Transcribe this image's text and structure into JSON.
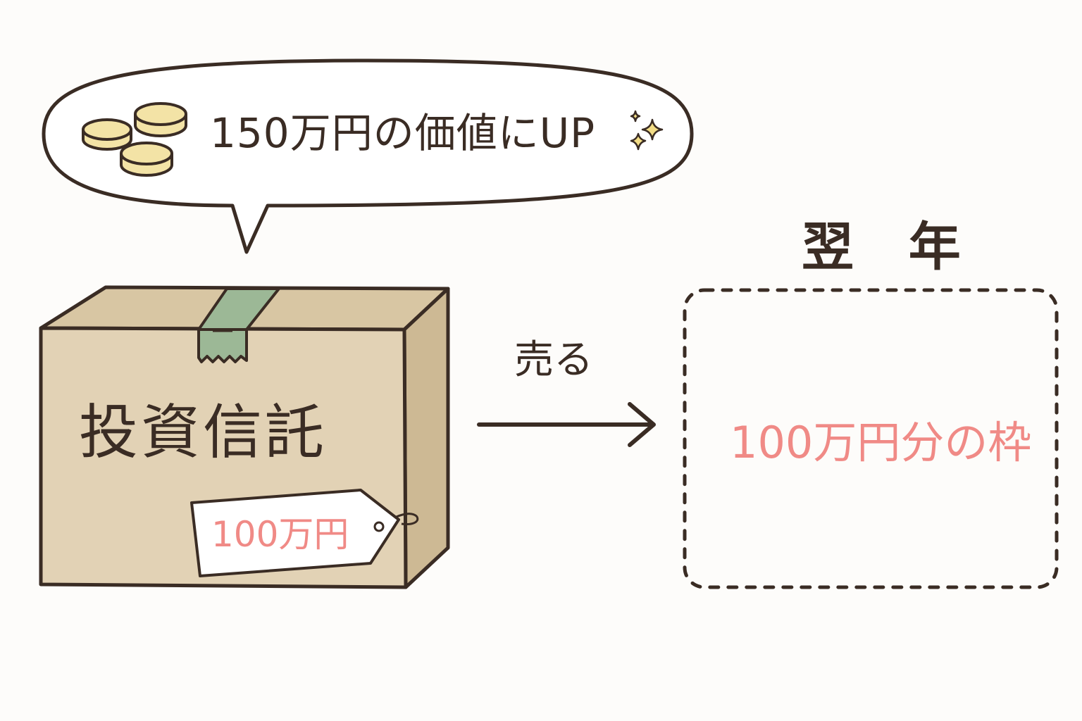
{
  "bubble": {
    "text": "150万円の価値にUP",
    "icons": [
      "coins-icon",
      "sparkle-icon"
    ]
  },
  "box": {
    "label": "投資信託",
    "price_tag": "100万円"
  },
  "arrow": {
    "label": "売る"
  },
  "next_year": {
    "title": "翌 年",
    "frame_text": "100万円分の枠"
  },
  "colors": {
    "ink": "#3a2c24",
    "box_front": "#e2d2b4",
    "box_top": "#d6c3a0",
    "box_side": "#ccb891",
    "tape": "#9bb794",
    "coin": "#f3e3a6",
    "price": "#f08a86",
    "sparkle": "#e9c95a"
  }
}
